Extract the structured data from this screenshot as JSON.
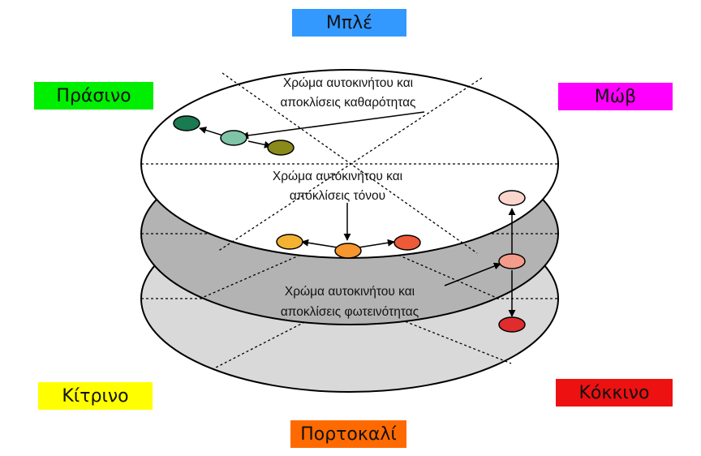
{
  "colors": {
    "blue": "#3399ff",
    "green": "#00ee00",
    "magenta": "#ff00ff",
    "yellow": "#ffff00",
    "red": "#ee1111",
    "orange": "#ff6a00",
    "layer_top": "#ffffff",
    "layer_mid": "#b3b3b3",
    "layer_bottom": "#d9d9d9"
  },
  "tags": {
    "blue": "Μπλέ",
    "green": "Πράσινο",
    "magenta": "Μώβ",
    "yellow": "Κίτρινο",
    "red": "Κόκκινο",
    "orange": "Πορτοκαλί"
  },
  "annotations": {
    "saturation": {
      "line1": "Χρώμα αυτοκινήτου και",
      "line2": "αποκλίσεις καθαρότητας"
    },
    "hue": {
      "line1": "Χρώμα αυτοκινήτου και",
      "line2": "αποκλίσεις τόνου"
    },
    "brightness": {
      "line1": "Χρώμα αυτοκινήτου και",
      "line2": "αποκλίσεις φωτεινότητας"
    }
  },
  "dot_colors": {
    "green_dark": "#1a7a52",
    "green_mid": "#7fc4a6",
    "green_olive": "#8a8a1a",
    "orange_light": "#f4b233",
    "orange_mid": "#f5962e",
    "orange_red": "#ee5a38",
    "pink_light": "#fbd6cc",
    "pink_mid": "#f39c8c",
    "red_dark": "#e02c2c"
  }
}
